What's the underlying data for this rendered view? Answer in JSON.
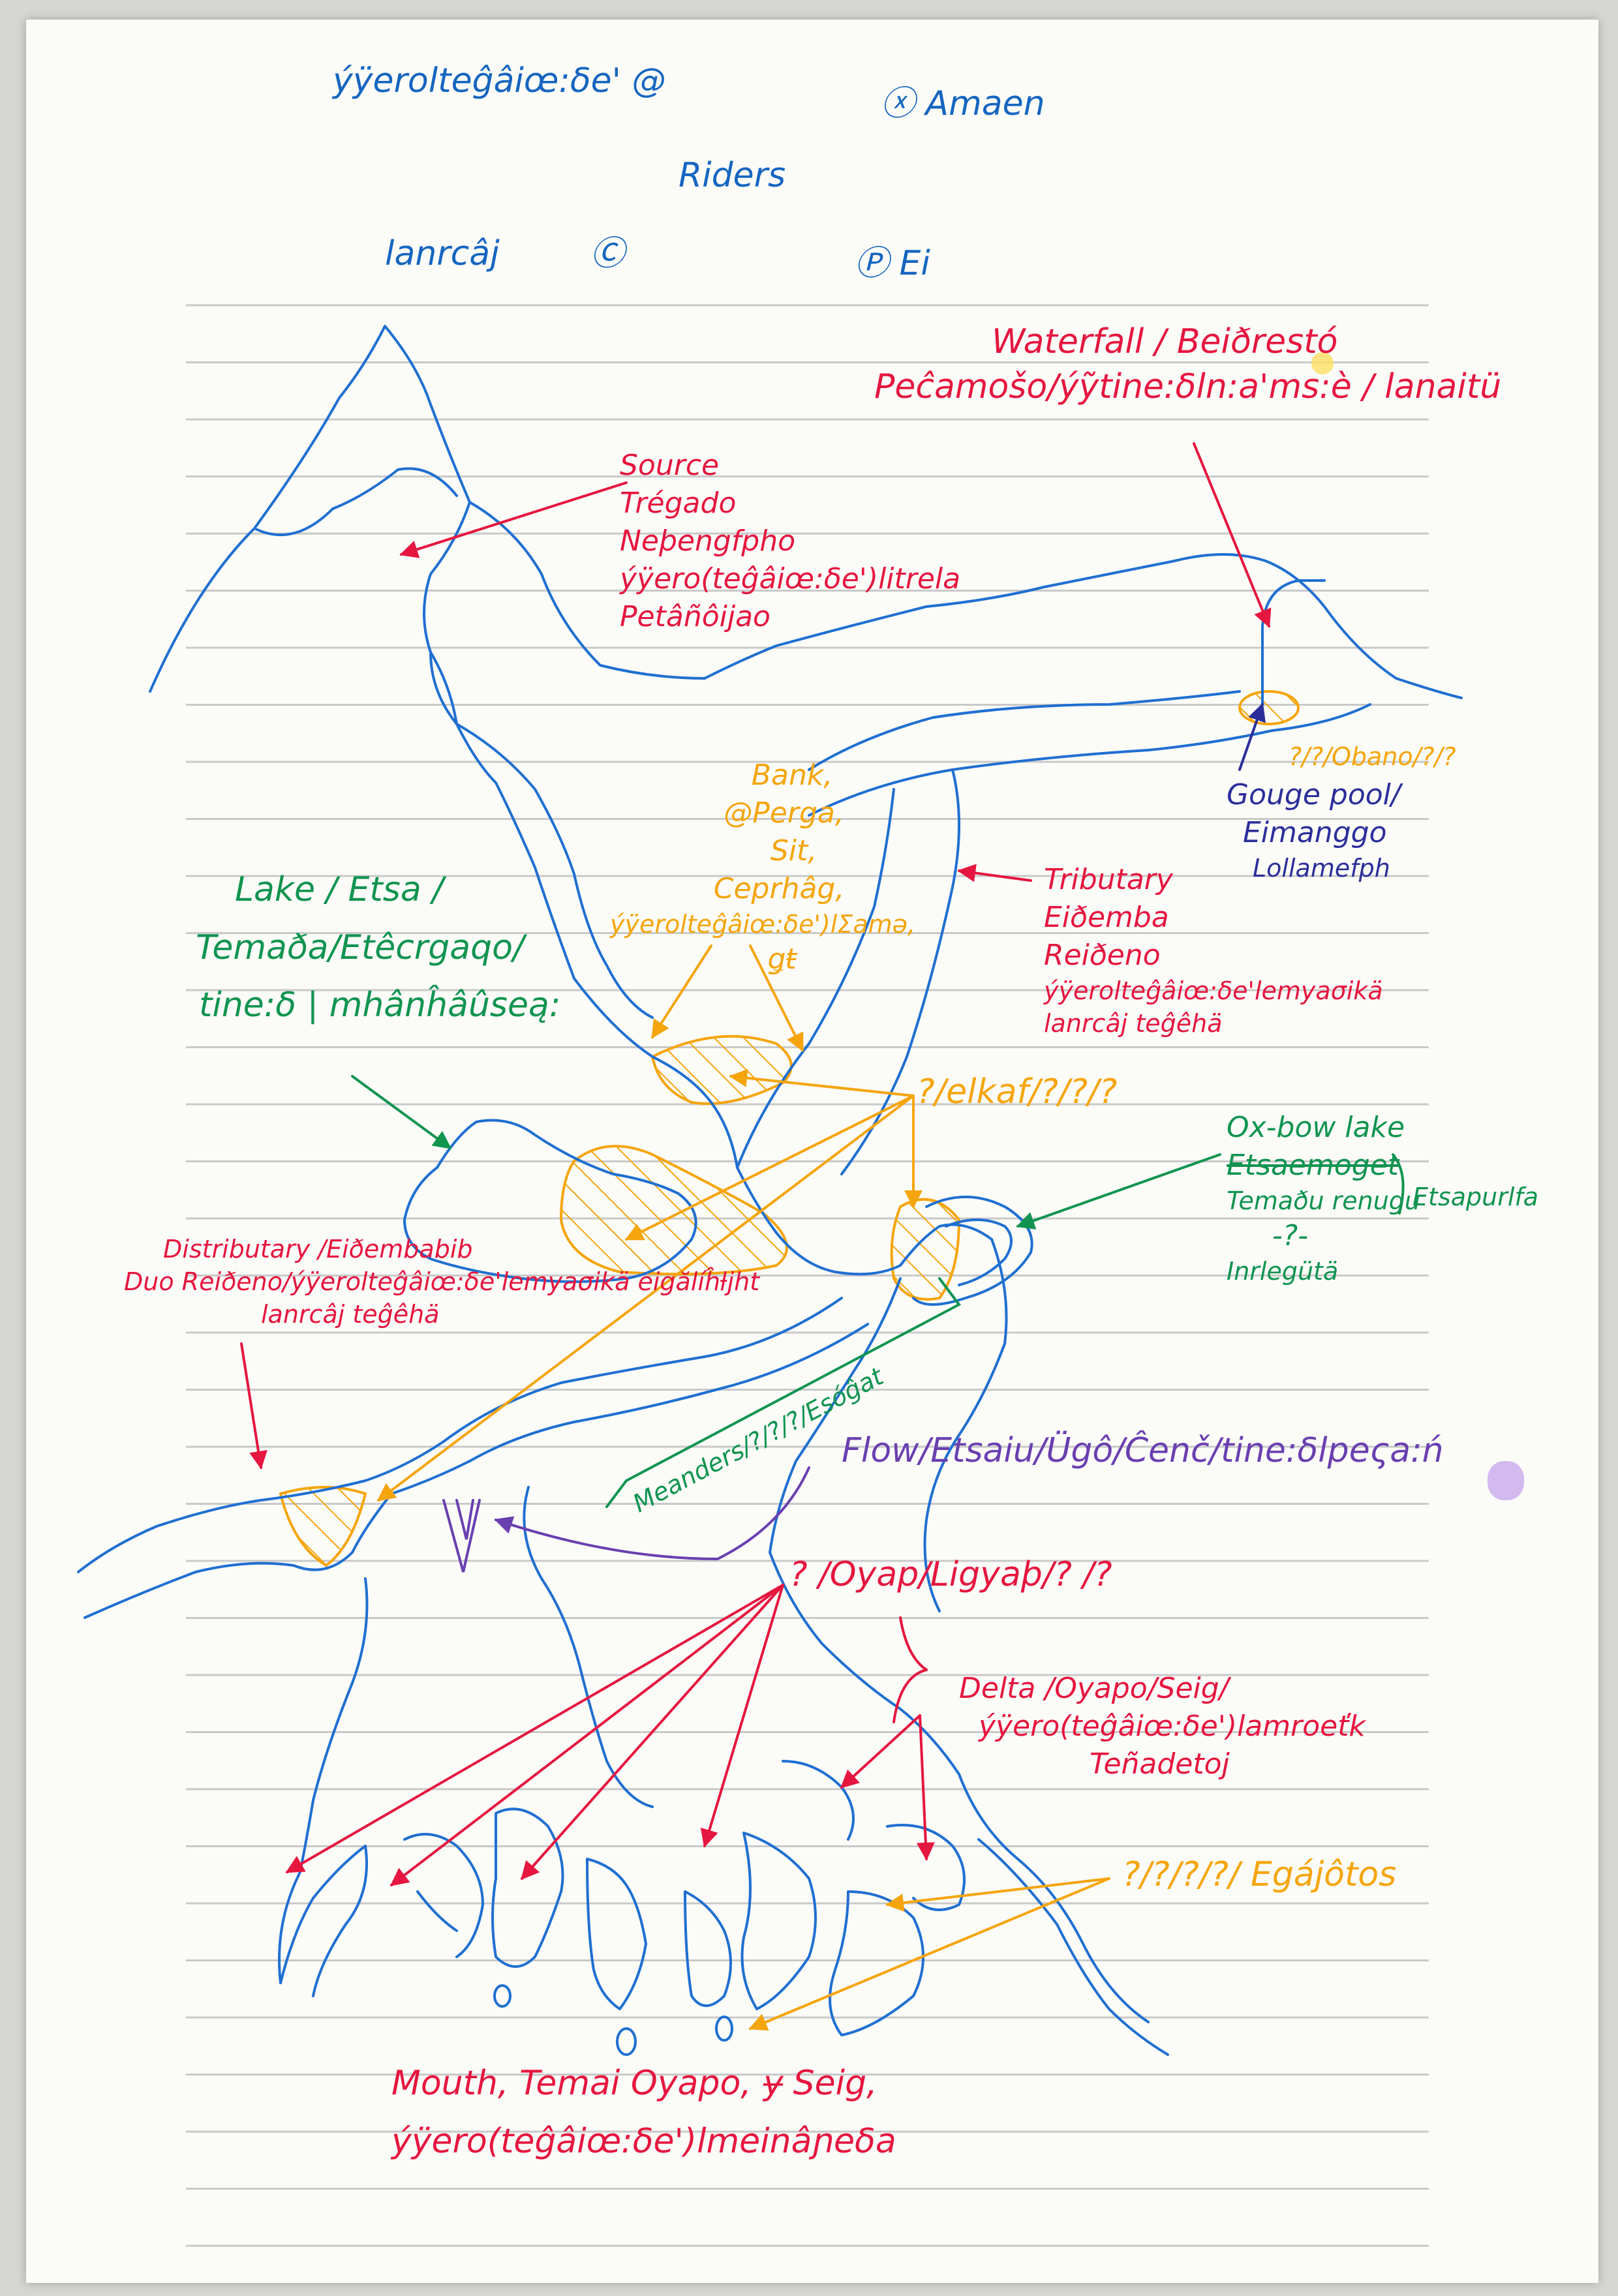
{
  "header": {
    "title_left": "ýÿerolteĝâiœ:δe' @",
    "title_right": "ⓧ Amaen",
    "riders": "Riders",
    "author": "lanrcâj",
    "copyright_sign": "Ⓒ",
    "publisher": "Ⓟ Ei"
  },
  "labels": {
    "waterfall": [
      "Waterfall / Beiðrestó",
      "Peĉamošo/ýỹtine:δln:a'ms:è / lanaitü"
    ],
    "source": [
      "Source",
      "Trégado",
      "Neþengfpho",
      "ýÿero(teĝâiœ:δe')litrela",
      "Petâñôijao"
    ],
    "gouge_pool": [
      "?/?/Obano/?/?",
      "Gouge pool/",
      "Eimanggo",
      "Lollamefph"
    ],
    "bank": [
      "Bank,",
      "@Perga,",
      "Sit,",
      "Ceprhâg,",
      "ýÿerolteĝâiœ:δe')lΣamǝ,",
      "ǥŧ"
    ],
    "lake": [
      "Lake / Etsa /",
      "Temaða/Etêcrgaqo/",
      "tine:δ | mhânĥâûseą:"
    ],
    "tributary": [
      "Tributary",
      "Eiðemba",
      "Reiðeno",
      "ýÿerolteĝâiœ:δe'lemyaσikä",
      "lanrcâj teĝêhä"
    ],
    "elkaf": "?/elkaf/?/?/?",
    "oxbow": [
      "Ox-bow lake",
      "Etsaemoget",
      "Temaðu renugu",
      "-?-",
      "Inrlegütä"
    ],
    "etsapurlfa": "Etsapurlfa",
    "distributary": [
      "Distributary /Eiðembabib",
      "Duo Reiðeno/ýÿerolteĝâiœ:δe'lemyaσikä eigălíĥƚjht",
      "lanrcâj teĝêhä"
    ],
    "meanders": "Meanders/?/?/?/Esóĝat",
    "flow": "Flow/Etsaiu/Ügô/Ĉenč/tine:δlpeςa:ń",
    "oyap": "? /Oyap/Ligyaþ/? /?",
    "delta": [
      "Delta /Oyapo/Seig/",
      "ýÿero(teĝâiœ:δe')lamroeťk",
      "Teñadetoj"
    ],
    "egajotos": "?/?/?/?/ Egájôtos",
    "mouth": [
      "Mouth, Temai Oyapo, ɏ Seig,",
      "ýÿero(teĝâiœ:δe')lmeinâɲeδa"
    ]
  },
  "colors": {
    "blue_ink": "#1565c0",
    "red_ink": "#e5163f",
    "orange_ink": "#f5a50c",
    "green_ink": "#109450",
    "purple_ink": "#6a3fb0",
    "navy_ink": "#2b2e9a",
    "paper": "#fbfbf8",
    "rule_line": "#c9c9c9"
  }
}
